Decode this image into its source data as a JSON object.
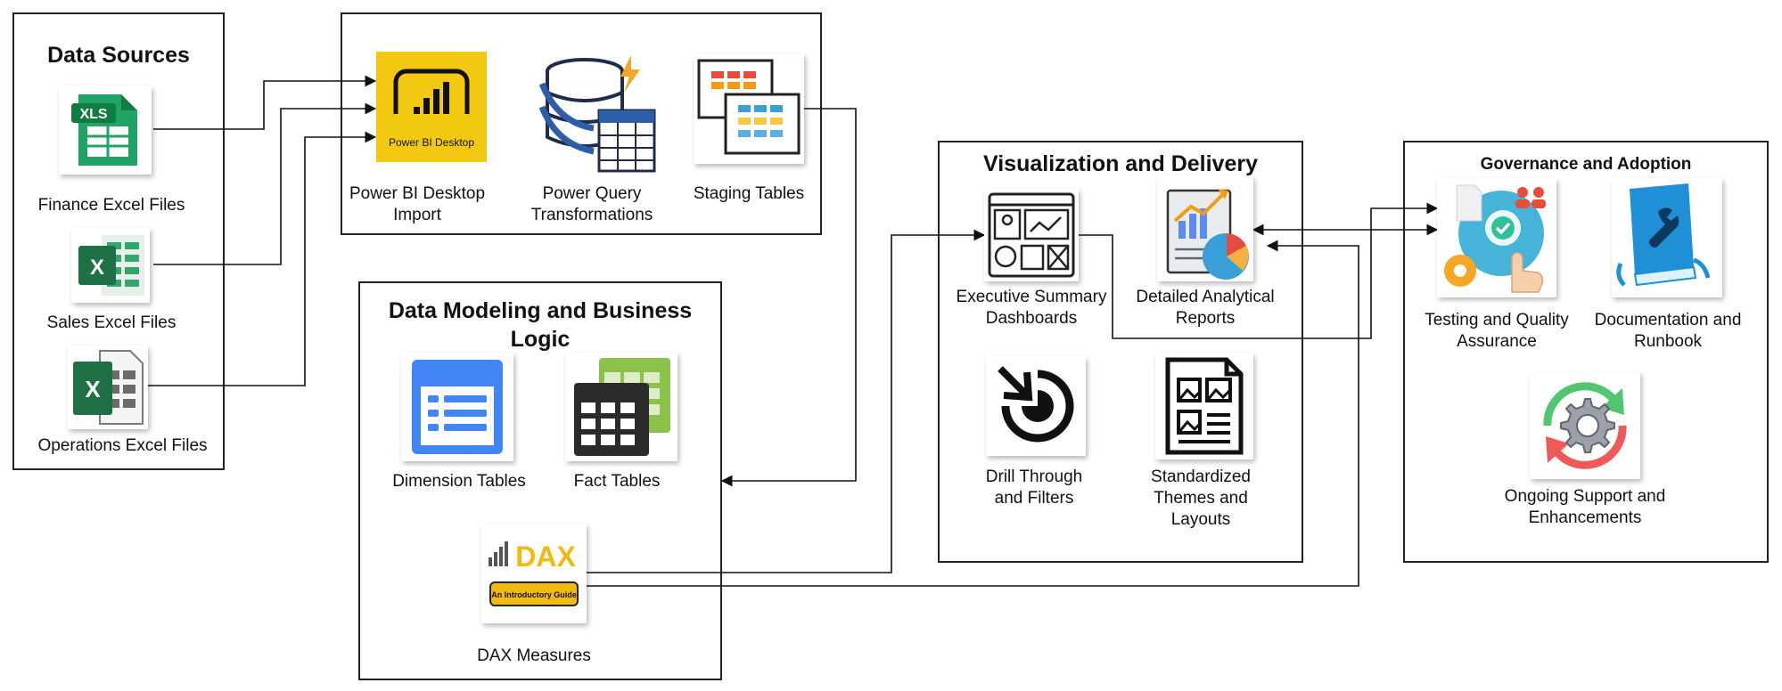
{
  "panels": {
    "data_sources": "Data Sources",
    "ingestion": "",
    "modeling": "Data Modeling and Business Logic",
    "visualization": "Visualization and Delivery",
    "governance": "Governance and Adoption"
  },
  "nodes": {
    "finance": "Finance Excel Files",
    "sales": "Sales Excel Files",
    "operations": "Operations Excel Files",
    "pbi_import": "Power BI Desktop Import",
    "power_query": "Power Query Transformations",
    "staging": "Staging Tables",
    "dimension": "Dimension Tables",
    "fact": "Fact Tables",
    "dax": "DAX Measures",
    "exec_dash": "Executive Summary Dashboards",
    "analytical": "Detailed Analytical Reports",
    "drill": "Drill Through and Filters",
    "themes": "Standardized Themes and Layouts",
    "testing": "Testing and Quality Assurance",
    "docs": "Documentation and Runbook",
    "support": "Ongoing Support and Enhancements"
  },
  "icon_text": {
    "xls": "XLS",
    "x": "X",
    "pbi": "Power BI Desktop",
    "dax_word": "DAX",
    "dax_guide": "An Introductory Guide"
  },
  "colors": {
    "excel_green": "#1e7145",
    "pbi_yellow": "#f2c811",
    "dim_blue": "#4285f4",
    "fact_green": "#8bc34a",
    "line": "#111111"
  }
}
